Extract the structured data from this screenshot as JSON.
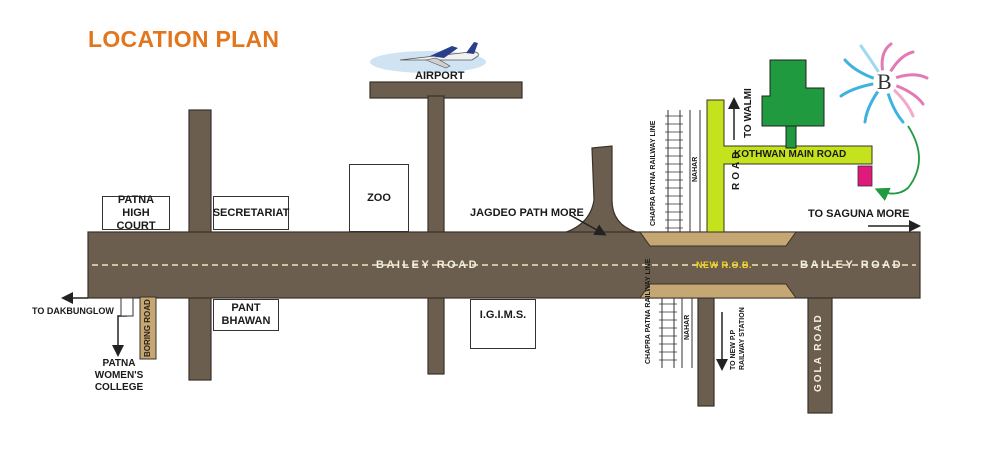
{
  "title": "LOCATION PLAN",
  "colors": {
    "road": "#6b5e4f",
    "road_dark": "#4a4036",
    "kothwan_road": "#c5e31c",
    "rob": "#c4a773",
    "title": "#e2761d",
    "tree": "#1f9a3e",
    "site_marker": "#e0197b",
    "arrow_green": "#1f9a3e",
    "cross": "#e53030"
  },
  "icons": [
    "airplane-icon",
    "tree-icon",
    "site-marker-icon",
    "brand-logo-icon",
    "red-cross-icon"
  ],
  "landmarks": {
    "airport": "AIRPORT",
    "patna_high_court": "PATNA\nHIGH COURT",
    "secretariat": "SECRETARIAT",
    "zoo": "ZOO",
    "pant_bhawan": "PANT\nBHAWAN",
    "igims": "I.G.I.M.S."
  },
  "labels": {
    "jagdeo_path_more": "JAGDEO PATH MORE",
    "to_dakbunglow": "TO DAKBUNGLOW",
    "patna_womens_college": "PATNA\nWOMEN'S\nCOLLEGE",
    "to_saguna_more": "TO SAGUNA MORE",
    "to_walmi": "TO WALMI",
    "kothwan_main_road": "KOTHWAN MAIN ROAD",
    "road": "ROAD",
    "bailey_road_left": "BAILEY ROAD",
    "bailey_road_right": "BAILEY ROAD",
    "new_rob": "NEW R.O.B.",
    "boring_road": "BORING ROAD",
    "gola_road": "GOLA ROAD",
    "chapra_patna_railway_line_top": "CHAPRA PATNA RAILWAY LINE",
    "chapra_patna_railway_line_bottom": "CHAPRA PATNA RAILWAY LINE",
    "nahar_top": "NAHAR",
    "nahar_bottom": "NAHAR",
    "to_new_pp_railway_station": "TO NEW P.P\nRAILWAY STATION",
    "brand_letter": "B"
  }
}
